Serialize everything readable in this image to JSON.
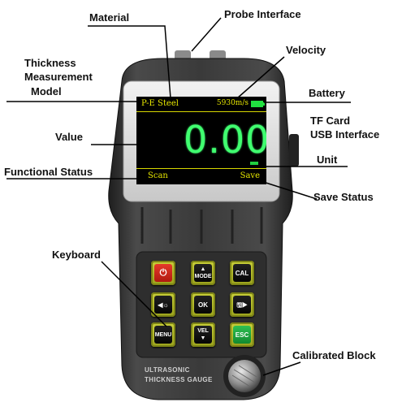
{
  "callouts": {
    "material": "Material",
    "probe_interface": "Probe Interface",
    "thickness_model_1": "Thickness",
    "thickness_model_2": "Measurement",
    "thickness_model_3": "Model",
    "velocity": "Velocity",
    "battery": "Battery",
    "tf_card": "TF Card",
    "usb_interface": "USB Interface",
    "value": "Value",
    "unit": "Unit",
    "functional_status": "Functional Status",
    "save_status": "Save Status",
    "keyboard": "Keyboard",
    "calibrated_block": "Calibrated Block"
  },
  "screen": {
    "material": "P-E Steel",
    "velocity": "5930m/s",
    "value": "0.00",
    "function": "Scan",
    "save": "Save"
  },
  "keys": {
    "power": "⏻",
    "mode": "MODE",
    "cal": "CAL",
    "left_light": "◀☼",
    "ok": "OK",
    "save_right": "🖫▶",
    "menu": "MENU",
    "vel": "VEL",
    "esc": "ESC"
  },
  "brand": {
    "line1": "ULTRASONIC",
    "line2": "THICKNESS GAUGE"
  },
  "colors": {
    "screen_text": "#e8e800",
    "value_green": "#40ff70",
    "key_frame": "#b8bf2a",
    "body": "#3a3a3a"
  }
}
